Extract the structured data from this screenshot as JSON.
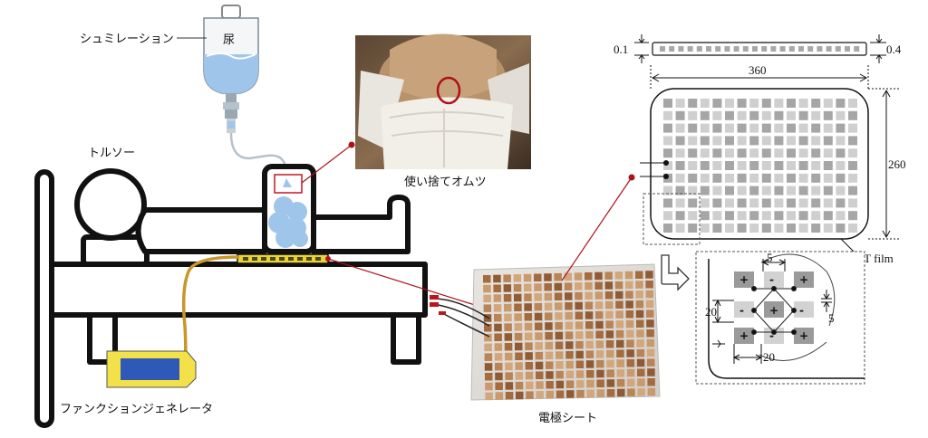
{
  "labels": {
    "simulation": "シュミレーション",
    "urine": "尿",
    "torso": "トルソー",
    "diaper": "使い捨てオムツ",
    "function_generator": "ファンクションジェネレータ",
    "electrode_sheet": "電極シート",
    "pet_film": "PET film"
  },
  "dimensions": {
    "thickness_left": "0.1",
    "thickness_right": "0.4",
    "width": "360",
    "height": "260",
    "pitch": "5",
    "pad_size": "20",
    "gap": "5",
    "pad_size_bottom": "20"
  },
  "electrode_signs": {
    "row1": [
      "+",
      "-",
      "+"
    ],
    "row2": [
      "-",
      "+",
      "-"
    ],
    "row3": [
      "+",
      "-",
      "+"
    ]
  },
  "colors": {
    "bed": "#000000",
    "urine_blue": "#9fc6ea",
    "cable": "#c8962a",
    "generator_yellow": "#f3e14a",
    "generator_screen": "#2f59b8",
    "strip_yellow": "#e9d23a",
    "connector_red": "#b0101a",
    "pad_gray": "#b3b3b3"
  }
}
